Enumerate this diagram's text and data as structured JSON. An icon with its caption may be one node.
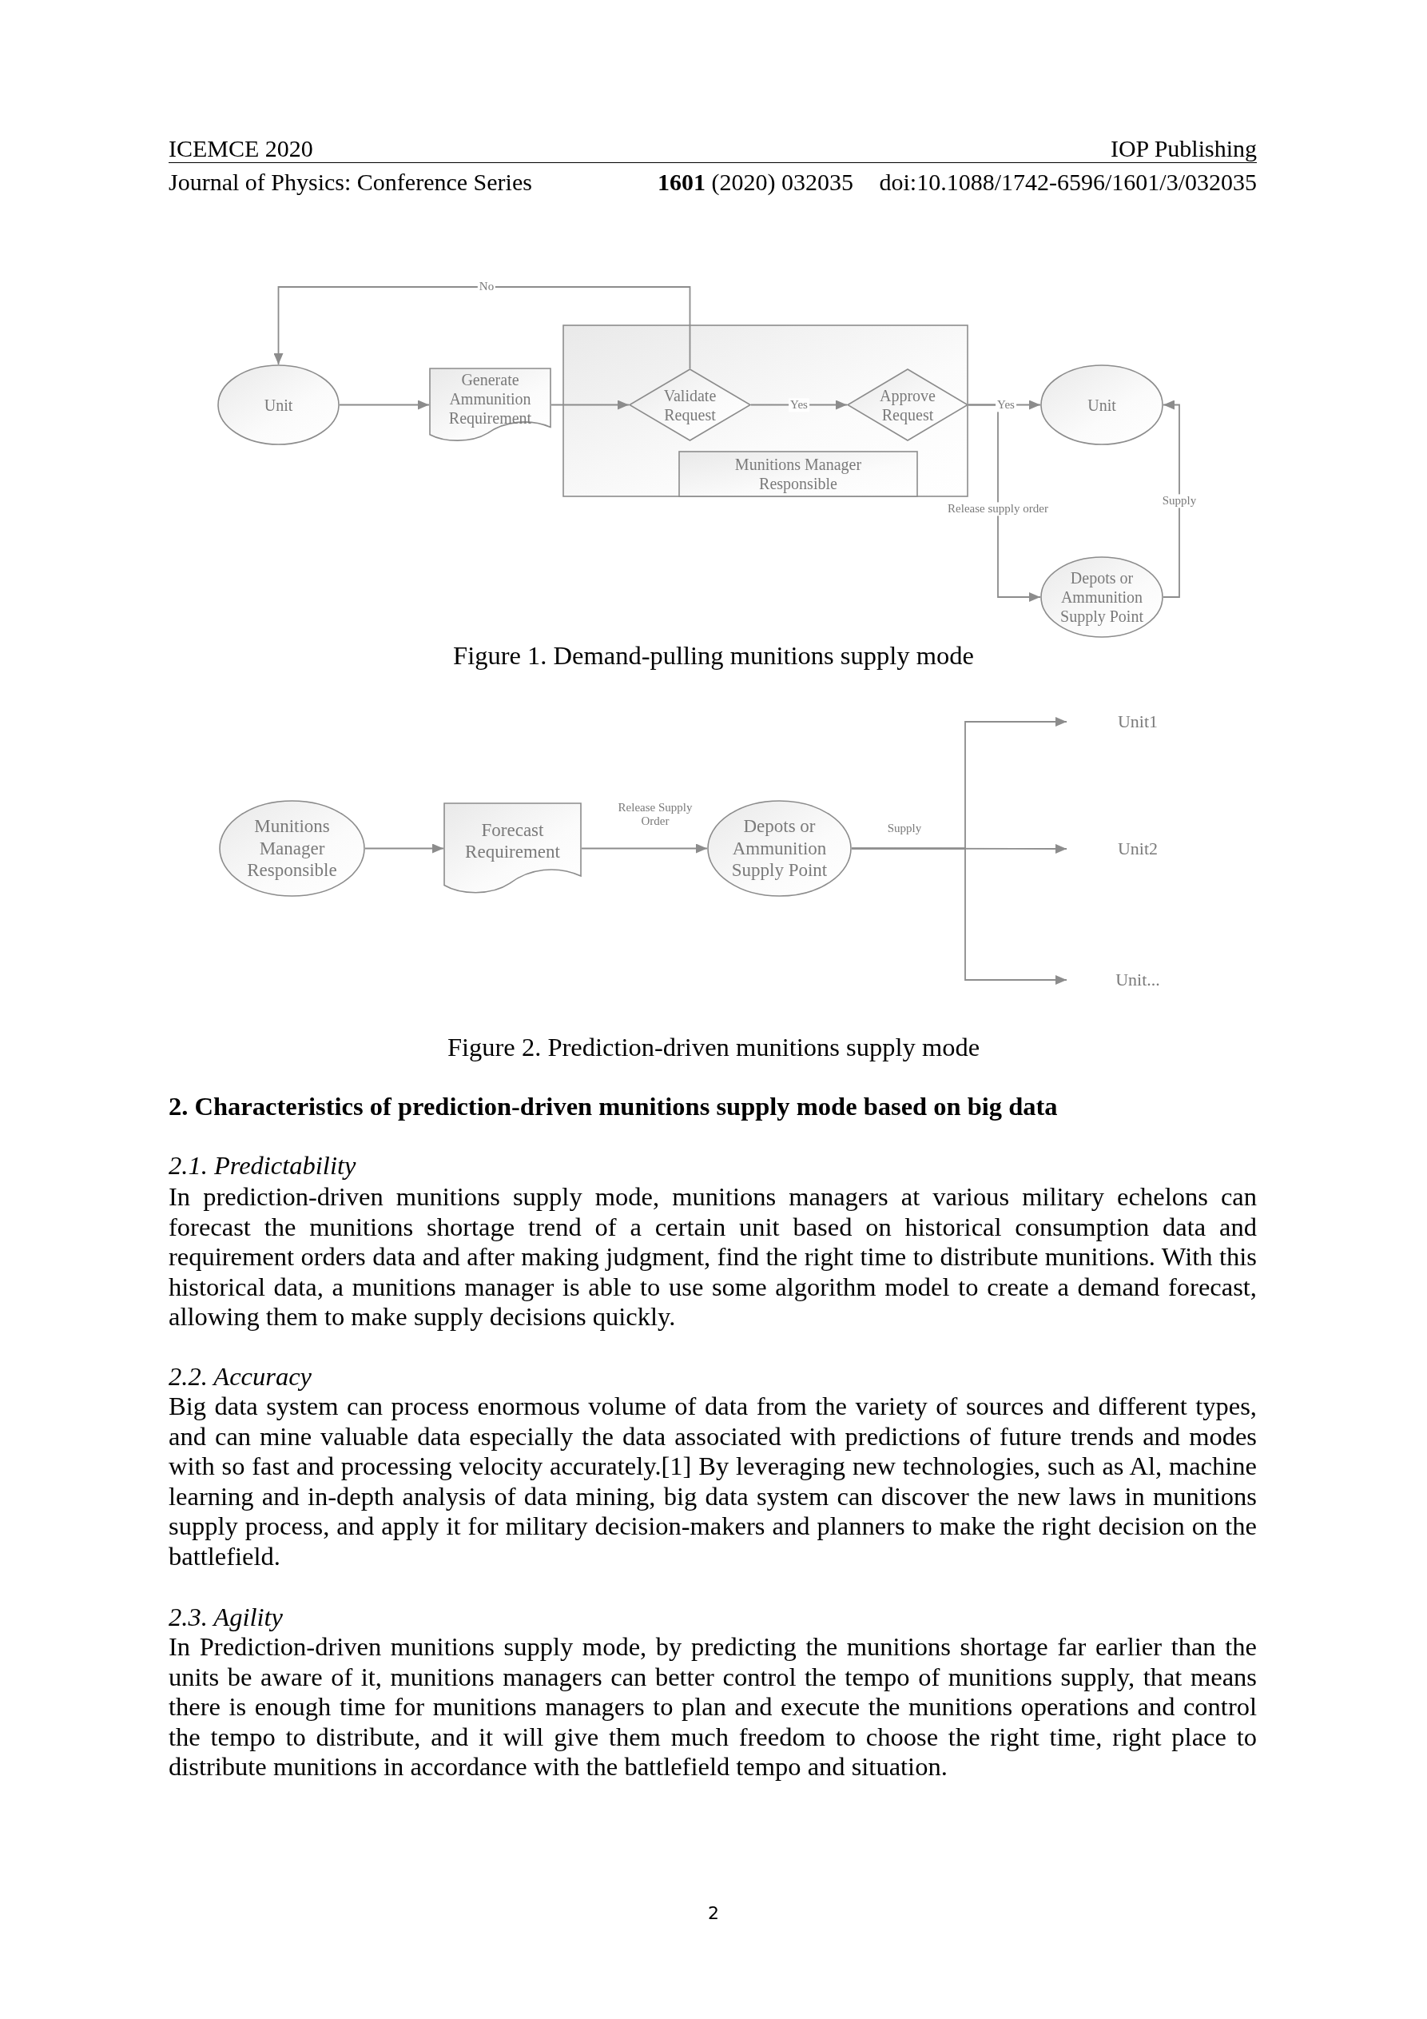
{
  "diagram": {
    "nodes": [
      {
        "text": [
          "Unit"
        ]
      },
      {
        "text": [
          "Generate Ammunition Requirement"
        ]
      },
      {
        "text": [],
        "shape": "box"
      },
      {
        "text": [
          "Validate Request"
        ],
        "in": 2
      },
      {
        "text": [
          "Approve Request"
        ],
        "in": 2
      },
      {
        "text": [
          "Munitions Manager Responsible"
        ],
        "in": 2
      },
      {
        "text": [
          "Unit"
        ]
      },
      {
        "text": [
          "Depots or Ammunition Supply Point"
        ]
      },
      {
        "text": [
          "Munitions Manager Responsible"
        ]
      },
      {
        "text": [
          "Forecast Requirement"
        ]
      },
      {
        "text": [
          "Depots or Ammunition Supply Point"
        ]
      },
      {
        "text": [
          "Unit1"
        ]
      },
      {
        "text": [
          "Unit2"
        ]
      },
      {
        "text": [
          "Unit..."
        ]
      }
    ],
    "edges": [
      {
        "from": 0,
        "to": 1,
        "arrow": "to"
      },
      {
        "from": 1,
        "to": 3,
        "arrow": "to"
      },
      {
        "from": 3,
        "to": 0,
        "arrow": "to",
        "label": "No"
      },
      {
        "from": 3,
        "to": 4,
        "arrow": "to",
        "label": "Yes"
      },
      {
        "from": 4,
        "to": 6,
        "arrow": "to",
        "label": "Yes"
      },
      {
        "from": 4,
        "to": 7,
        "arrow": "to",
        "label": "Release supply order"
      },
      {
        "from": 7,
        "to": 6,
        "arrow": "to",
        "label": "Supply"
      },
      {
        "from": 8,
        "to": 9,
        "arrow": "to"
      },
      {
        "from": 9,
        "to": 10,
        "arrow": "to",
        "label": "Release Supply Order"
      },
      {
        "from": 10,
        "to": 11,
        "arrow": "to"
      },
      {
        "from": 10,
        "to": 12,
        "arrow": "to",
        "label": "Supply"
      },
      {
        "from": 10,
        "to": 13,
        "arrow": "to"
      }
    ],
    "labels": [
      "ICEMCE 2020",
      "IOP Publishing",
      "Journal of Physics: Conference Series",
      "**1601** (2020) 032035",
      "doi:10.1088/1742-6596/1601/3/032035",
      "Figure 1. Demand-pulling munitions supply mode",
      "Figure 2. Prediction-driven munitions supply mode",
      "2. Characteristics of prediction-driven munitions supply mode based on big data",
      "2.1. Predictability",
      "In prediction-driven munitions supply mode, munitions managers at various military echelons can forecast the munitions shortage trend of a certain unit based on historical consumption data and requirement orders data and after making judgment, find the right time to distribute munitions. With this historical data, a munitions manager is able to use some algorithm model to create a demand forecast, allowing them to make supply decisions quickly.",
      "2.2. Accuracy",
      "Big data system can process enormous volume of data from the variety of sources and different types, and can mine valuable data especially the data associated with predictions of future trends and modes with so fast and processing velocity accurately.[1] By leveraging new technologies, such as Al, machine learning and in-depth analysis of data mining, big data system can discover the new laws in munitions supply process, and apply it for military decision-makers and planners to make the right decision on the battlefield.",
      "2.3. Agility",
      "In Prediction-driven munitions supply mode, by predicting the munitions shortage far earlier than the units be aware of it, munitions managers can better control the tempo of munitions supply, that means there is enough time for munitions managers to plan and execute the munitions operations and control the tempo to distribute, and it will give them much freedom to choose the right time, right place to distribute munitions in accordance with the battlefield tempo and situation.",
      "2"
    ]
  }
}
